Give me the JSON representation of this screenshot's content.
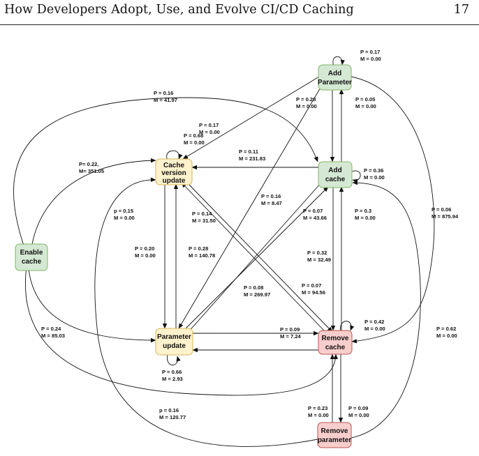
{
  "header": {
    "running_title": "How Developers Adopt, Use, and Evolve CI/CD Caching",
    "page_number": "17"
  },
  "colors": {
    "green_fill": "#d5e8d4",
    "green_stroke": "#82b366",
    "yellow_fill": "#fff2cc",
    "yellow_stroke": "#d6b656",
    "red_fill": "#f8cecc",
    "red_stroke": "#b85450"
  },
  "nodes": {
    "enable_cache": [
      "Enable",
      "cache"
    ],
    "add_parameter": [
      "Add",
      "Parameter"
    ],
    "add_cache": [
      "Add",
      "cache"
    ],
    "cache_version_update": [
      "Cache",
      "version",
      "update"
    ],
    "parameter_update": [
      "Parameter",
      "update"
    ],
    "remove_cache": [
      "Remove",
      "cache"
    ],
    "remove_parameter": [
      "Remove",
      "parameter"
    ]
  },
  "edge_labels": [
    [
      "P = 0.17",
      "M = 0.00"
    ],
    [
      "P = 0.16",
      "M = 41.97"
    ],
    [
      "P = 0.28",
      "M = 0.00"
    ],
    [
      "P = 0.05",
      "M = 0.00"
    ],
    [
      "P = 0.17",
      "M = 0.00"
    ],
    [
      "P = 0.68",
      "M = 0.00"
    ],
    [
      "P = 0.11",
      "M = 231.83"
    ],
    [
      "P= 0.22,",
      "M= 351.05"
    ],
    [
      "P = 0.36",
      "M = 0.00"
    ],
    [
      "P = 0.16",
      "M = 8.47"
    ],
    [
      "p = 0.15",
      "M = 0.00"
    ],
    [
      "P = 0.14",
      "M = 31.50"
    ],
    [
      "P = 0.07",
      "M = 43.66"
    ],
    [
      "P = 0.3",
      "M = 0.00"
    ],
    [
      "P = 0.06",
      "M = 875.94"
    ],
    [
      "P = 0.32",
      "M = 32.49"
    ],
    [
      "P = 0.20",
      "M = 0.00"
    ],
    [
      "P = 0.28",
      "M = 140.78"
    ],
    [
      "P = 0.08",
      "M = 269.97"
    ],
    [
      "P = 0.07",
      "M = 94.56"
    ],
    [
      "P = 0.42",
      "M = 0.00"
    ],
    [
      "P = 0.24",
      "M = 85.03"
    ],
    [
      "P = 0.09",
      "M = 7.24"
    ],
    [
      "P = 0.62",
      "M = 0.00"
    ],
    [
      "P = 0.66",
      "M = 2.93"
    ],
    [
      "p = 0.16",
      "M = 120.77"
    ],
    [
      "P = 0.23",
      "M = 0.00"
    ],
    [
      "P = 0.09",
      "M = 0.00"
    ]
  ]
}
